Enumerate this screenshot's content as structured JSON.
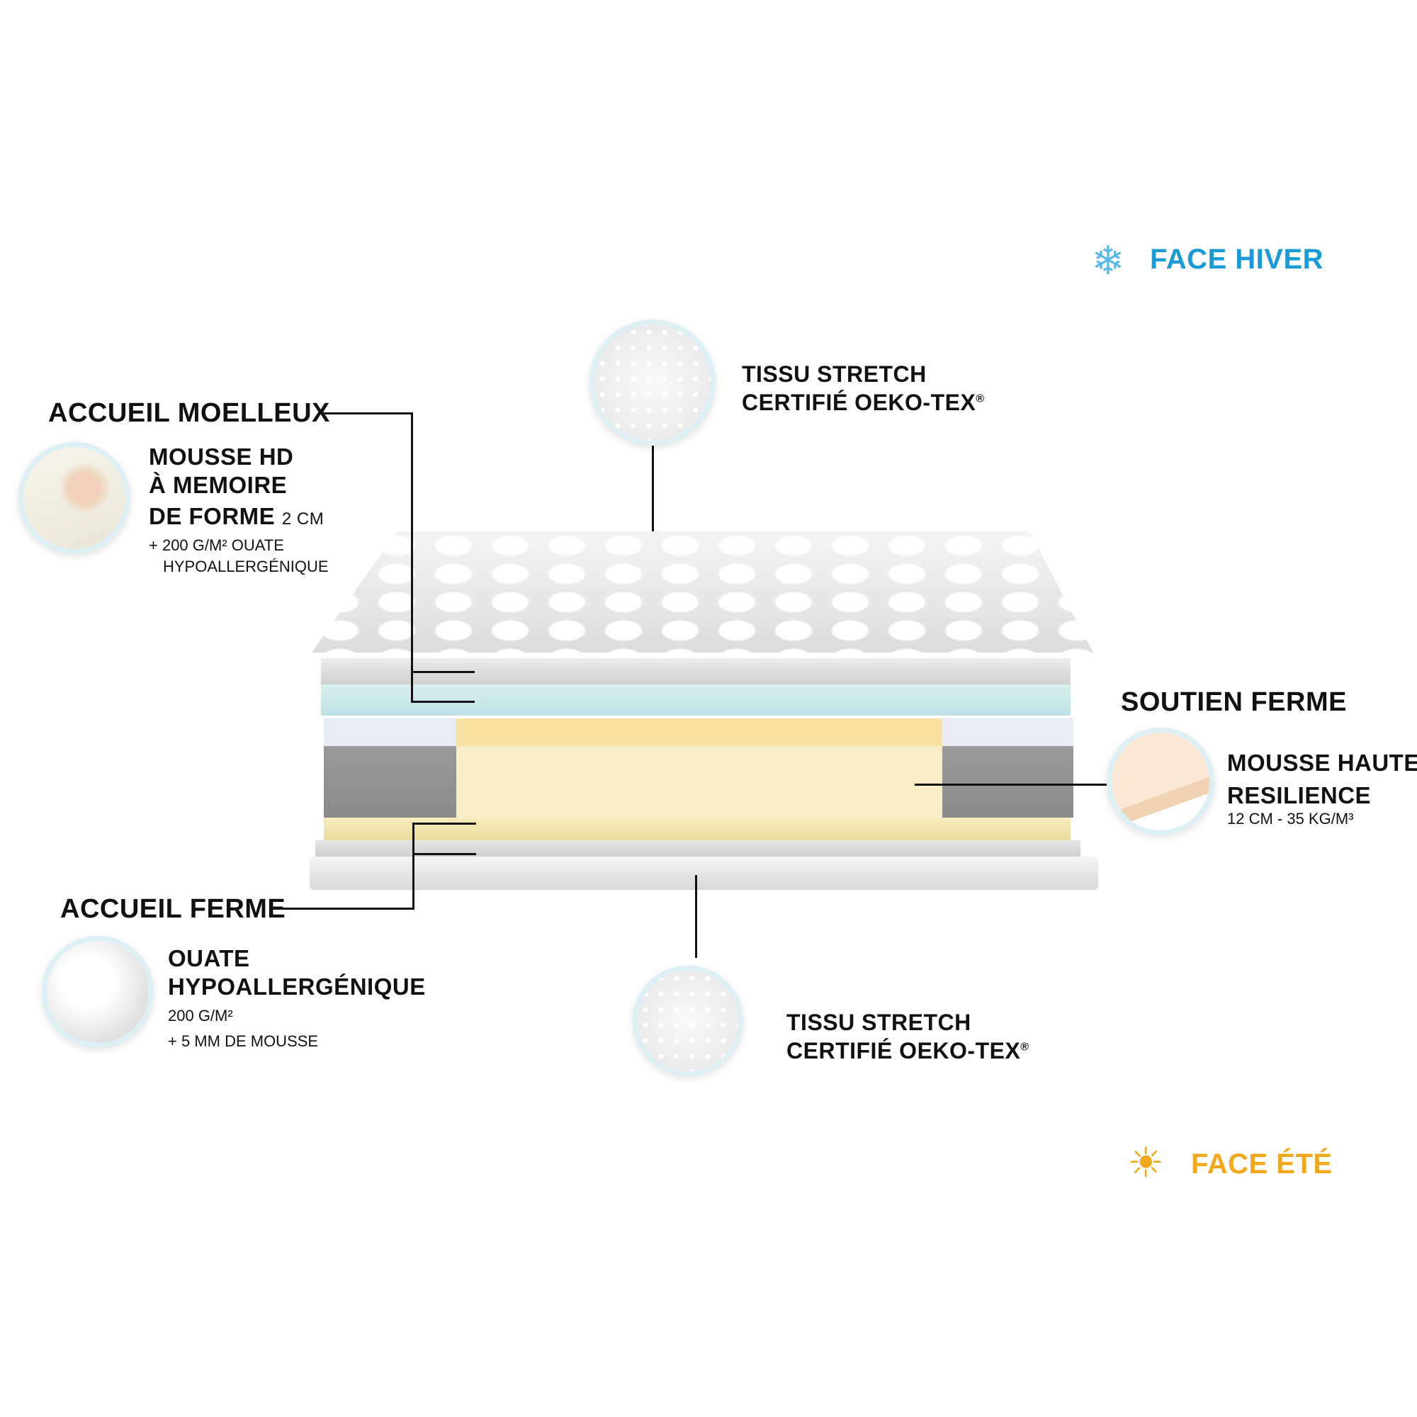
{
  "face_hiver": {
    "label": "FACE HIVER",
    "icon": "snowflake-icon",
    "color": "#1a9ad6"
  },
  "face_ete": {
    "label": "FACE ÉTÉ",
    "icon": "sun-icon",
    "color": "#f2a81d"
  },
  "top_fabric": {
    "line1": "TISSU STRETCH",
    "line2": "CERTIFIÉ OEKO-TEX",
    "mark": "®"
  },
  "bottom_fabric": {
    "line1": "TISSU STRETCH",
    "line2": "CERTIFIÉ OEKO-TEX",
    "mark": "®"
  },
  "accueil_moelleux": {
    "title": "ACCUEIL MOELLEUX",
    "line1": "MOUSSE HD",
    "line2": "À MEMOIRE",
    "line3": "DE FORME",
    "thickness": "2 CM",
    "detail1": "+ 200 G/M² OUATE",
    "detail2": "HYPOALLERGÉNIQUE"
  },
  "accueil_ferme": {
    "title": "ACCUEIL FERME",
    "line1": "OUATE",
    "line2": "HYPOALLERGÉNIQUE",
    "detail1": "200 G/M²",
    "detail2": "+ 5 MM DE MOUSSE"
  },
  "soutien_ferme": {
    "title": "SOUTIEN FERME",
    "line1": "MOUSSE HAUTE",
    "line2": "RESILIENCE",
    "detail": "12 CM - 35 KG/M³"
  }
}
